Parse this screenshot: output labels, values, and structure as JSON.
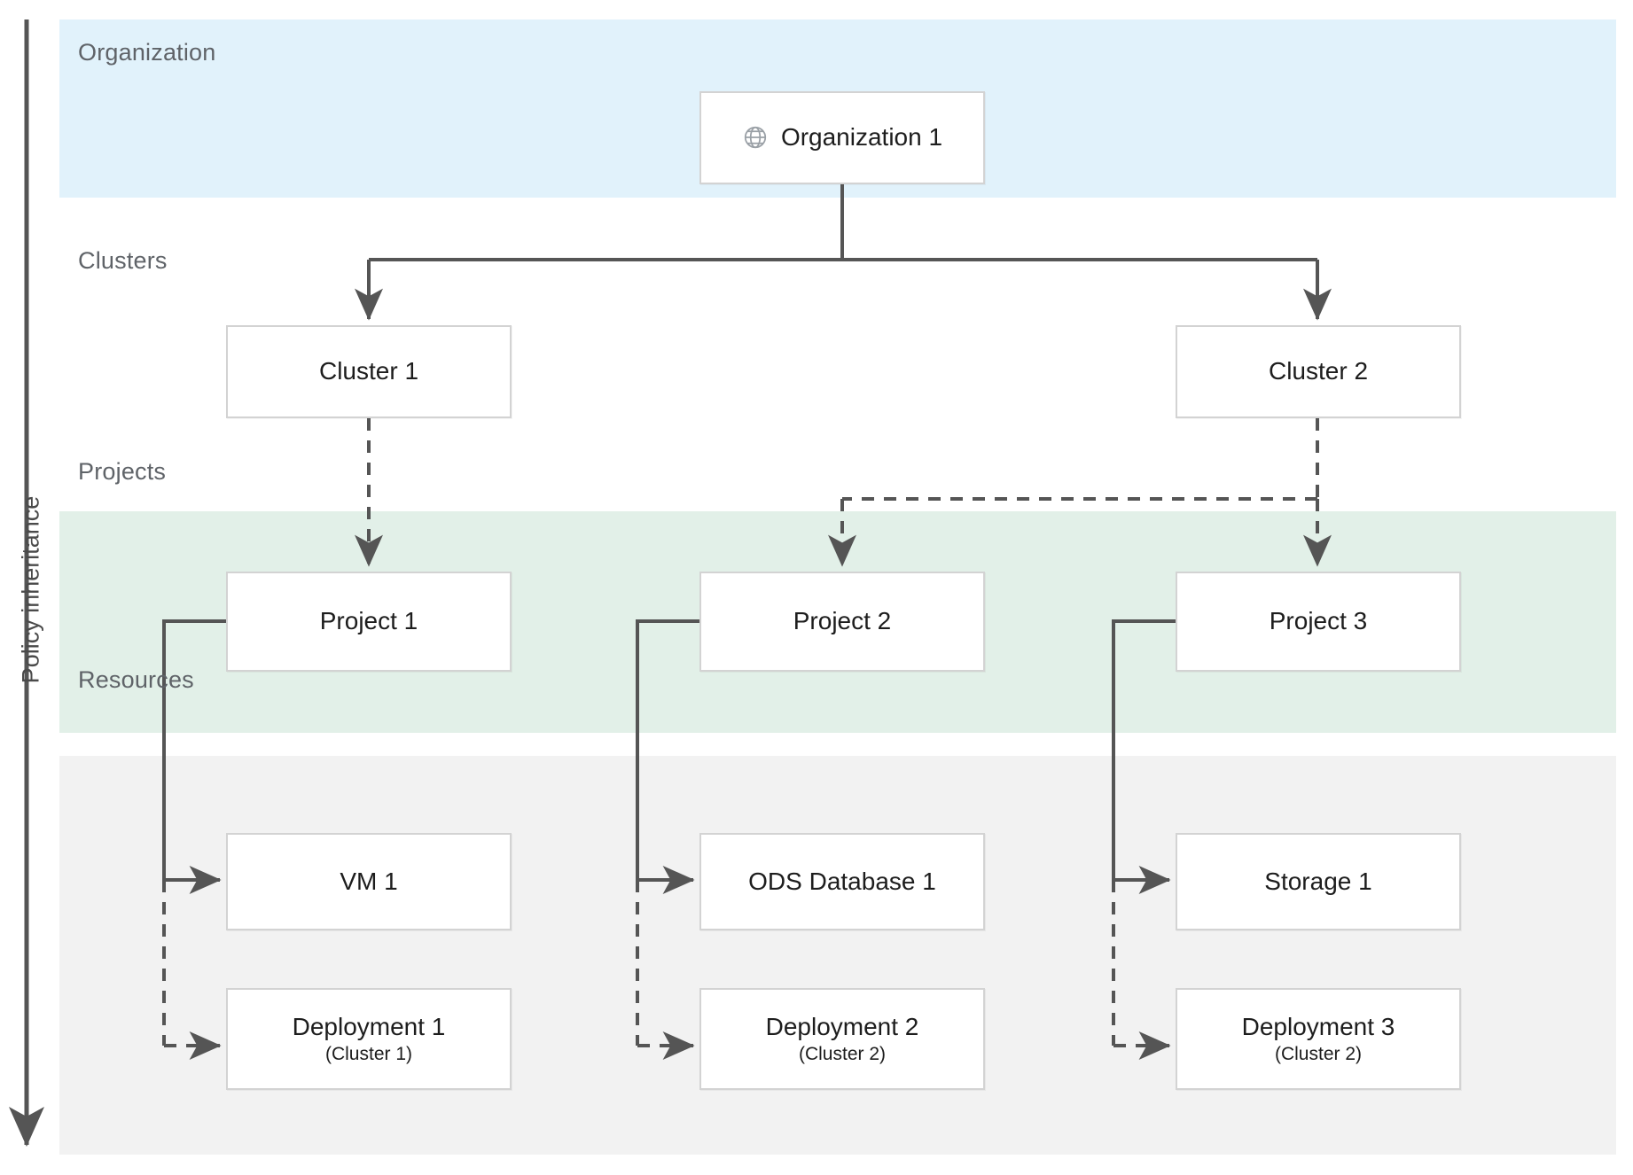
{
  "axis": {
    "label": "Policy inheritance"
  },
  "bands": [
    {
      "key": "organization",
      "label": "Organization",
      "color": "#e1f2fb"
    },
    {
      "key": "clusters",
      "label": "Clusters",
      "color": "#ffffff"
    },
    {
      "key": "projects",
      "label": "Projects",
      "color": "#e2f0e8"
    },
    {
      "key": "resources",
      "label": "Resources",
      "color": "#f2f2f2"
    }
  ],
  "nodes": {
    "organization": {
      "label": "Organization 1",
      "icon": "globe-icon"
    },
    "cluster1": {
      "label": "Cluster 1"
    },
    "cluster2": {
      "label": "Cluster 2"
    },
    "project1": {
      "label": "Project 1"
    },
    "project2": {
      "label": "Project 2"
    },
    "project3": {
      "label": "Project 3"
    },
    "vm1": {
      "label": "VM 1"
    },
    "ods1": {
      "label": "ODS Database 1"
    },
    "storage1": {
      "label": "Storage 1"
    },
    "deployment1": {
      "label": "Deployment 1",
      "subtitle": "(Cluster 1)"
    },
    "deployment2": {
      "label": "Deployment 2",
      "subtitle": "(Cluster 2)"
    },
    "deployment3": {
      "label": "Deployment 3",
      "subtitle": "(Cluster 2)"
    }
  },
  "edges": [
    {
      "from": "organization",
      "to": "cluster1",
      "style": "solid"
    },
    {
      "from": "organization",
      "to": "cluster2",
      "style": "solid"
    },
    {
      "from": "cluster1",
      "to": "project1",
      "style": "dashed"
    },
    {
      "from": "cluster2",
      "to": "project2",
      "style": "dashed"
    },
    {
      "from": "cluster2",
      "to": "project3",
      "style": "dashed"
    },
    {
      "from": "project1",
      "to": "vm1",
      "style": "solid"
    },
    {
      "from": "project1",
      "to": "deployment1",
      "style": "dashed"
    },
    {
      "from": "project2",
      "to": "ods1",
      "style": "solid"
    },
    {
      "from": "project2",
      "to": "deployment2",
      "style": "dashed"
    },
    {
      "from": "project3",
      "to": "storage1",
      "style": "solid"
    },
    {
      "from": "project3",
      "to": "deployment3",
      "style": "dashed"
    }
  ],
  "colors": {
    "band_organization": "#e1f2fb",
    "band_projects": "#e2f0e8",
    "band_resources": "#f2f2f2",
    "node_border": "#d3d3d3",
    "connector": "#555555",
    "label_text": "#5f6368"
  }
}
